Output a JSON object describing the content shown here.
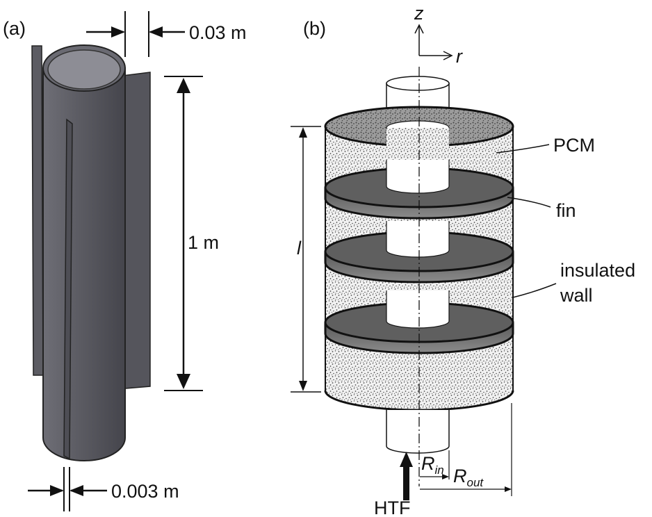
{
  "panel_a": {
    "label": "(a)",
    "dim_top": "0.03 m",
    "dim_height": "1 m",
    "dim_bottom": "0.003 m"
  },
  "panel_b": {
    "label": "(b)",
    "axis_z": "z",
    "axis_r": "r",
    "label_pcm": "PCM",
    "label_fin": "fin",
    "label_insulated_1": "insulated",
    "label_insulated_2": "wall",
    "label_l": "l",
    "label_rin_main": "R",
    "label_rin_sub": "in",
    "label_rout_main": "R",
    "label_rout_sub": "out",
    "label_htf": "HTF"
  },
  "colors": {
    "tube_fill": "#5f5f66",
    "tube_dark": "#3c3c42",
    "tube_inner": "#8d8d95",
    "pcm_dots": "#555555",
    "fin_shade": "#6a6a6a",
    "line": "#111111"
  }
}
